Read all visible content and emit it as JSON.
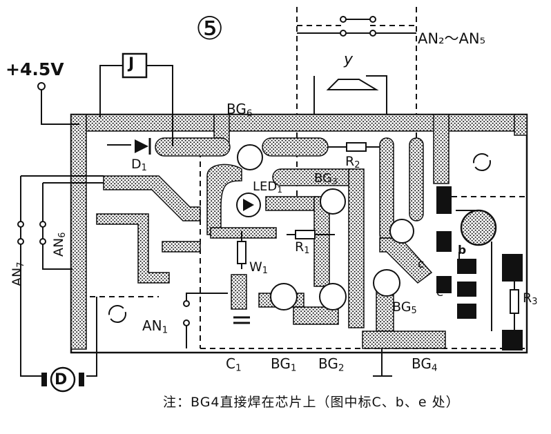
{
  "title": "⑤",
  "labels": {
    "supply": "+4.5V",
    "relay": "J",
    "switches_right": "AN₂～AN₅",
    "speaker": "y",
    "bg6": "BG",
    "bg6_sub": "6",
    "d1": "D",
    "d1_sub": "1",
    "led": "LED",
    "led_sub": "1",
    "bg3": "BG",
    "bg3_sub": "3",
    "r2": "R",
    "r2_sub": "2",
    "r1": "R",
    "r1_sub": "1",
    "w1": "W",
    "w1_sub": "1",
    "an1": "AN",
    "an1_sub": "1",
    "an6": "AN",
    "an6_sub": "6",
    "an7": "AN",
    "an7_sub": "7",
    "c1": "C",
    "c1_sub": "1",
    "bg1": "BG",
    "bg1_sub": "1",
    "bg2": "BG",
    "bg2_sub": "2",
    "bg4": "BG",
    "bg4_sub": "4",
    "bg5": "BG",
    "bg5_sub": "5",
    "pin_b": "b",
    "pin_c": "c",
    "pin_e": "e",
    "r3": "R",
    "r3_sub": "3",
    "motor": "D"
  },
  "note": "注：BG4直接焊在芯片上（图中标C、b、e 处）",
  "colors": {
    "ink": "#111111",
    "copper_fill": "#bdbdbd",
    "paper": "#ffffff"
  }
}
